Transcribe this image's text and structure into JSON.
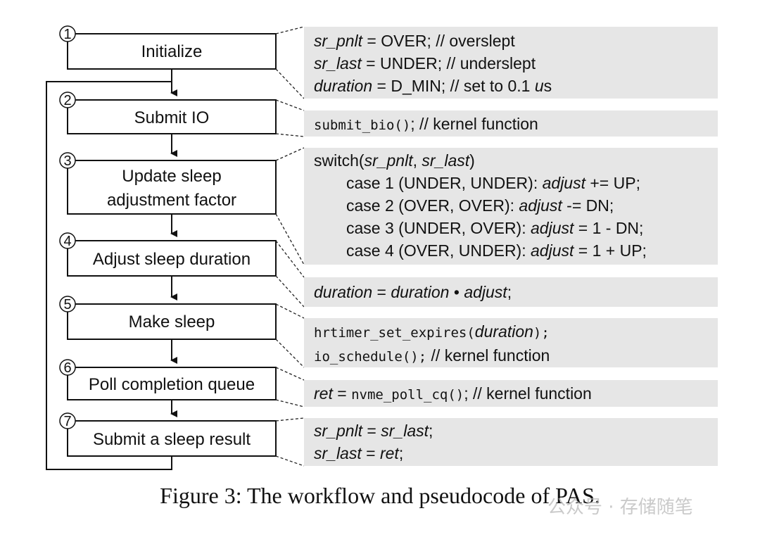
{
  "steps": [
    {
      "num": "1",
      "lines": [
        "Initialize"
      ]
    },
    {
      "num": "2",
      "lines": [
        "Submit IO"
      ]
    },
    {
      "num": "3",
      "lines": [
        "Update sleep",
        "adjustment factor"
      ]
    },
    {
      "num": "4",
      "lines": [
        "Adjust sleep duration"
      ]
    },
    {
      "num": "5",
      "lines": [
        "Make sleep"
      ]
    },
    {
      "num": "6",
      "lines": [
        "Poll completion queue"
      ]
    },
    {
      "num": "7",
      "lines": [
        "Submit a sleep result"
      ]
    }
  ],
  "code": {
    "p1": {
      "l1": {
        "v1": "sr_pnlt",
        "t1": " = OVER; // overslept"
      },
      "l2": {
        "v1": "sr_last",
        "t1": " = UNDER; // underslept"
      },
      "l3": {
        "v1": "duration",
        "t1": " = D_MIN; // set to 0.1 ",
        "v2": "u",
        "t2": "s"
      }
    },
    "p2": {
      "fn": "submit_bio()",
      "t1": "; // kernel function"
    },
    "p3": {
      "head": {
        "t1": "switch(",
        "v1": "sr_pnlt",
        "t2": ", ",
        "v2": "sr_last",
        "t3": ")"
      },
      "c1": {
        "t1": "case 1 (UNDER, UNDER): ",
        "v1": "adjust",
        "t2": " += UP;"
      },
      "c2": {
        "t1": "case 2 (OVER, OVER): ",
        "v1": "adjust",
        "t2": " -= DN;"
      },
      "c3": {
        "t1": "case 3 (UNDER, OVER): ",
        "v1": "adjust",
        "t2": " = 1 - DN;"
      },
      "c4": {
        "t1": "case 4 (OVER, UNDER): ",
        "v1": "adjust",
        "t2": " = 1 + UP;"
      }
    },
    "p4": {
      "v1": "duration",
      "t1": " = ",
      "v2": "duration",
      "t2": " • ",
      "v3": "adjust",
      "t3": ";"
    },
    "p5": {
      "l1": {
        "fn": "hrtimer_set_expires(",
        "v1": "duration",
        "fn2": ");"
      },
      "l2": {
        "fn": "io_schedule();",
        "t1": "  // kernel function"
      }
    },
    "p6": {
      "v1": "ret",
      "t1": " = ",
      "fn": "nvme_poll_cq()",
      "t2": "; // kernel function"
    },
    "p7": {
      "l1": {
        "v1": "sr_pnlt",
        "t1": " = ",
        "v2": "sr_last",
        "t2": ";"
      },
      "l2": {
        "v1": "sr_last",
        "t1": " = ",
        "v2": "ret",
        "t2": ";"
      }
    }
  },
  "caption": "Figure 3: The workflow and pseudocode of PAS.",
  "watermark": "公众号 · 存储随笔"
}
